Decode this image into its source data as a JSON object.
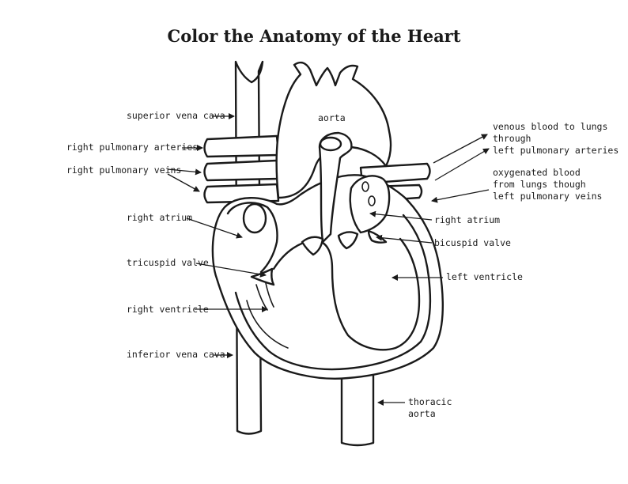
{
  "title": "Color the Anatomy of the Heart",
  "labels": {
    "superior_vena_cava": "superior vena cava",
    "right_pulmonary_arteries": "right pulmonary arteries",
    "right_pulmonary_veins": "right pulmonary veins",
    "right_atrium_left": "right atrium",
    "tricuspid_valve": "tricuspid valve",
    "right_ventricle": "right ventricle",
    "inferior_vena_cava": "inferior vena cava",
    "aorta": "aorta",
    "venous_line1": "venous blood to lungs",
    "venous_line2": "through",
    "venous_line3": "left pulmonary arteries",
    "oxygenated_line1": "oxygenated blood",
    "oxygenated_line2": "from lungs though",
    "oxygenated_line3": "left pulmonary veins",
    "right_atrium_right": "right atrium",
    "bicuspid_valve": "bicuspid valve",
    "left_ventricle": "left ventricle",
    "thoracic_line1": "thoracic",
    "thoracic_line2": "aorta"
  },
  "colors": {
    "ink": "#1a1a1a",
    "background": "#ffffff"
  }
}
